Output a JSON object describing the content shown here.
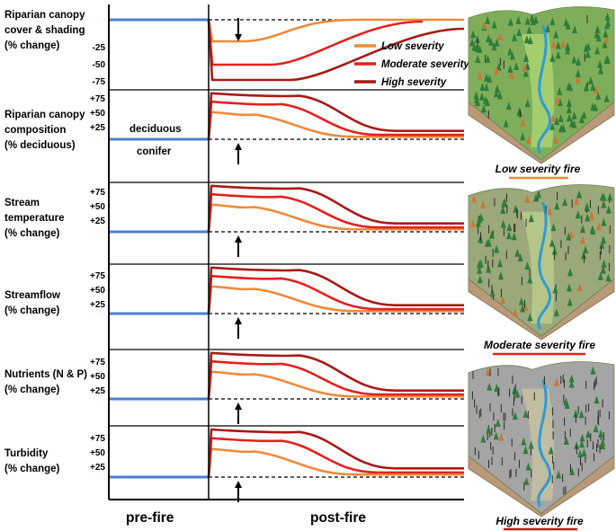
{
  "panels": [
    {
      "label": [
        "Riparian canopy",
        "cover & shading",
        "(% change)"
      ],
      "ticks": [
        "-25",
        "-50",
        "-75"
      ],
      "direction": "down",
      "annotations": []
    },
    {
      "label": [
        "Riparian canopy",
        "composition",
        "(% deciduous)"
      ],
      "ticks": [
        "+75",
        "+50",
        "+25"
      ],
      "direction": "up",
      "annotations": [
        "deciduous",
        "conifer"
      ]
    },
    {
      "label": [
        "Stream",
        "temperature",
        "(% change)"
      ],
      "ticks": [
        "+75",
        "+50",
        "+25"
      ],
      "direction": "up",
      "annotations": []
    },
    {
      "label": [
        "Streamflow",
        "(% change)"
      ],
      "ticks": [
        "+75",
        "+50",
        "+25"
      ],
      "direction": "up",
      "annotations": []
    },
    {
      "label": [
        "Nutrients (N & P)",
        "(% change)"
      ],
      "ticks": [
        "+75",
        "+50",
        "+25"
      ],
      "direction": "up",
      "annotations": []
    },
    {
      "label": [
        "Turbidity",
        "(% change)"
      ],
      "ticks": [
        "+75",
        "+50",
        "+25"
      ],
      "direction": "up",
      "annotations": []
    }
  ],
  "legend": [
    {
      "label": "Low severity",
      "color": "#ef8a3a"
    },
    {
      "label": "Moderate severity",
      "color": "#e3221e"
    },
    {
      "label": "High severity",
      "color": "#a61c16"
    }
  ],
  "axis": {
    "prefire": "pre-fire",
    "postfire": "post-fire"
  },
  "captions": [
    {
      "text": "Low severity fire",
      "underline_color": "#ef8a3a"
    },
    {
      "text": "Moderate severity fire",
      "underline_color": "#e3221e"
    },
    {
      "text": "High severity fire",
      "underline_color": "#c01a14"
    }
  ],
  "colors": {
    "baseline": "#4a7fd1",
    "low": "#ef8a3a",
    "moderate": "#e3221e",
    "high": "#a61c16"
  }
}
